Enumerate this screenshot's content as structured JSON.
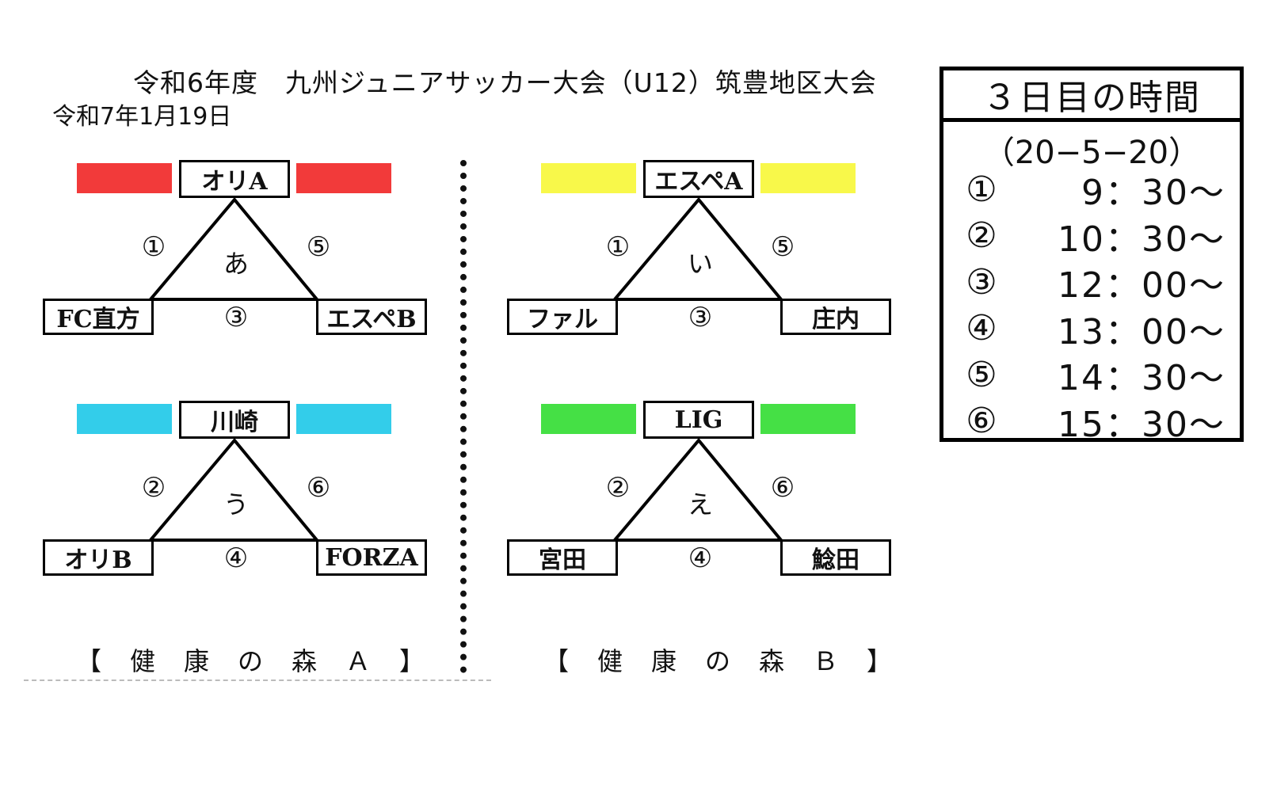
{
  "header": {
    "title": "令和6年度　九州ジュニアサッカー大会（U12）筑豊地区大会",
    "date": "令和7年1月19日"
  },
  "pools": [
    {
      "label": "あ",
      "color": "#f23a3a",
      "teams": {
        "top": "オリA",
        "left": "FC直方",
        "right": "エスペB"
      },
      "matches": {
        "left": "①",
        "right": "⑤",
        "bottom": "③"
      }
    },
    {
      "label": "い",
      "color": "#f8f84a",
      "teams": {
        "top": "エスペA",
        "left": "ファル",
        "right": "庄内"
      },
      "matches": {
        "left": "①",
        "right": "⑤",
        "bottom": "③"
      }
    },
    {
      "label": "う",
      "color": "#33cdea",
      "teams": {
        "top": "川崎",
        "left": "オリB",
        "right": "FORZA"
      },
      "matches": {
        "left": "②",
        "right": "⑥",
        "bottom": "④"
      }
    },
    {
      "label": "え",
      "color": "#45e045",
      "teams": {
        "top": "LIG",
        "left": "宮田",
        "right": "鯰田"
      },
      "matches": {
        "left": "②",
        "right": "⑥",
        "bottom": "④"
      }
    }
  ],
  "venues": {
    "a": "【　健　康　の　森　Ａ　】",
    "b": "【　健　康　の　森　Ｂ　】"
  },
  "schedule": {
    "title": "３日目の時間",
    "subtitle": "（20−5−20）",
    "rows": [
      {
        "num": "①",
        "time": "9：30～"
      },
      {
        "num": "②",
        "time": "10：30～"
      },
      {
        "num": "③",
        "time": "12：00～"
      },
      {
        "num": "④",
        "time": "13：00～"
      },
      {
        "num": "⑤",
        "time": "14：30～"
      },
      {
        "num": "⑥",
        "time": "15：30～"
      }
    ]
  }
}
